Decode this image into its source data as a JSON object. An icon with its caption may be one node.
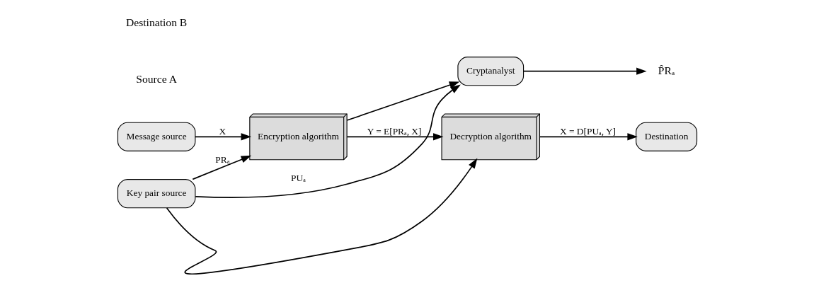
{
  "diagram": {
    "nodes": [
      {
        "text": [
          "Message source"
        ]
      },
      {
        "text": [
          "Encryption algorithm"
        ]
      },
      {
        "text": [
          "Cryptanalyst"
        ]
      },
      {
        "text": [
          "Decryption algorithm"
        ]
      },
      {
        "text": [
          "Destination"
        ]
      },
      {
        "text": [
          "Key pair source"
        ]
      },
      {
        "text": [
          "P̂Rₐ"
        ]
      }
    ],
    "edges": [
      {
        "from": 0,
        "to": 1,
        "arrow": "to",
        "label": "X"
      },
      {
        "from": 1,
        "to": 3,
        "arrow": "to",
        "label": "Y = E[PRₐ, X]"
      },
      {
        "from": 1,
        "to": 2,
        "arrow": "to"
      },
      {
        "from": 3,
        "to": 4,
        "arrow": "to",
        "label": "X = D[PUₐ, Y]"
      },
      {
        "from": 5,
        "to": 1,
        "arrow": "to",
        "label": "PRₐ"
      },
      {
        "from": 5,
        "to": 2,
        "arrow": "to",
        "label": "PUₐ"
      },
      {
        "from": 5,
        "to": 3,
        "arrow": "to"
      },
      {
        "from": 2,
        "to": 6,
        "arrow": "to"
      }
    ],
    "labels": [
      "Source A",
      "Destination B"
    ]
  }
}
